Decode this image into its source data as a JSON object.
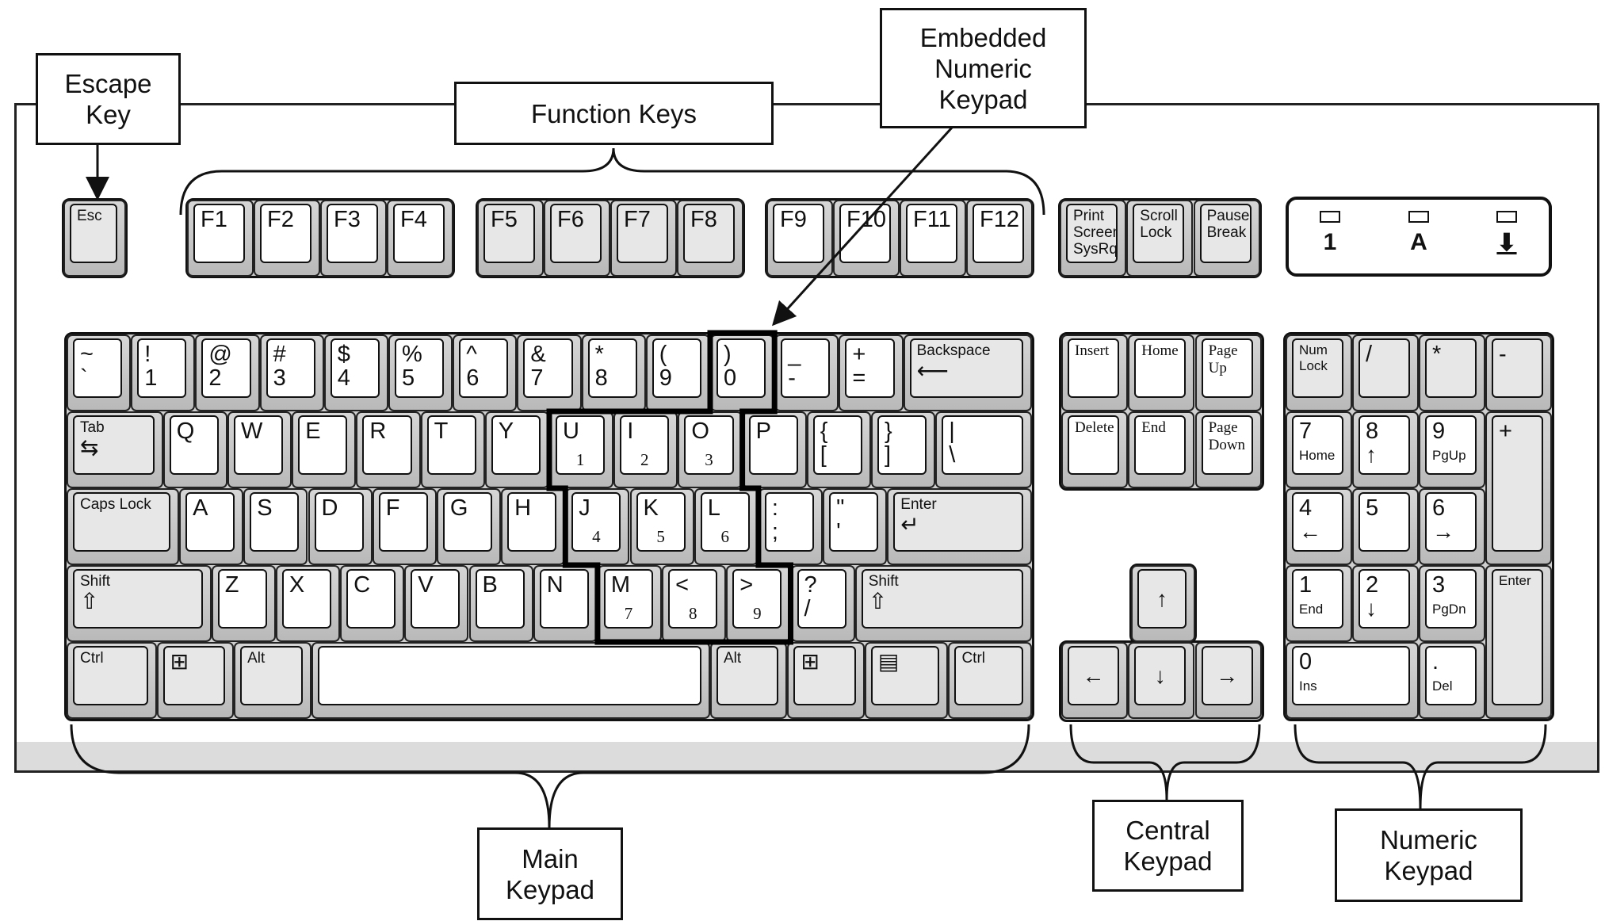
{
  "callouts": {
    "escape": [
      "Escape",
      "Key"
    ],
    "function": [
      "Function Keys"
    ],
    "embedded": [
      "Embedded",
      "Numeric",
      "Keypad"
    ],
    "main": [
      "Main",
      "Keypad"
    ],
    "central": [
      "Central",
      "Keypad"
    ],
    "numeric": [
      "Numeric",
      "Keypad"
    ]
  },
  "esc": [
    {
      "t": "Esc"
    }
  ],
  "fkeys": [
    {
      "t": "F1"
    },
    {
      "t": "F2"
    },
    {
      "t": "F3"
    },
    {
      "t": "F4"
    },
    {
      "t": "F5"
    },
    {
      "t": "F6"
    },
    {
      "t": "F7"
    },
    {
      "t": "F8"
    },
    {
      "t": "F9"
    },
    {
      "t": "F10"
    },
    {
      "t": "F11"
    },
    {
      "t": "F12"
    }
  ],
  "syskeys": [
    {
      "t": "Print Screen",
      "b": "SysRq"
    },
    {
      "t": "Scroll",
      "b": "Lock"
    },
    {
      "t": "Pause",
      "b": "Break"
    }
  ],
  "leds": [
    {
      "label": "1"
    },
    {
      "label": "A"
    },
    {
      "icon": "scroll-lock-icon"
    }
  ],
  "main": {
    "row1": [
      {
        "t": "~",
        "b": "`"
      },
      {
        "t": "!",
        "b": "1"
      },
      {
        "t": "@",
        "b": "2"
      },
      {
        "t": "#",
        "b": "3"
      },
      {
        "t": "$",
        "b": "4"
      },
      {
        "t": "%",
        "b": "5"
      },
      {
        "t": "^",
        "b": "6"
      },
      {
        "t": "&",
        "b": "7"
      },
      {
        "t": "*",
        "b": "8"
      },
      {
        "t": "(",
        "b": "9"
      },
      {
        "t": ")",
        "b": "0"
      },
      {
        "t": "_",
        "b": "-"
      },
      {
        "t": "+",
        "b": "="
      },
      {
        "t": "Backspace",
        "icon": "backspace-arrow-icon"
      }
    ],
    "row2": [
      {
        "t": "Tab",
        "icon": "tab-arrows-icon"
      },
      {
        "t": "Q"
      },
      {
        "t": "W"
      },
      {
        "t": "E"
      },
      {
        "t": "R"
      },
      {
        "t": "T"
      },
      {
        "t": "Y"
      },
      {
        "t": "U",
        "n": "1"
      },
      {
        "t": "I",
        "n": "2"
      },
      {
        "t": "O",
        "n": "3"
      },
      {
        "t": "P"
      },
      {
        "t": "{",
        "b": "["
      },
      {
        "t": "}",
        "b": "]"
      },
      {
        "t": "|",
        "b": "\\"
      }
    ],
    "row3": [
      {
        "t": "Caps Lock"
      },
      {
        "t": "A"
      },
      {
        "t": "S"
      },
      {
        "t": "D"
      },
      {
        "t": "F"
      },
      {
        "t": "G"
      },
      {
        "t": "H"
      },
      {
        "t": "J",
        "n": "4"
      },
      {
        "t": "K",
        "n": "5"
      },
      {
        "t": "L",
        "n": "6"
      },
      {
        "t": ":",
        "b": ";"
      },
      {
        "t": "\"",
        "b": "'"
      },
      {
        "t": "Enter",
        "icon": "enter-arrow-icon"
      }
    ],
    "row4": [
      {
        "t": "Shift",
        "icon": "shift-arrow-icon"
      },
      {
        "t": "Z"
      },
      {
        "t": "X"
      },
      {
        "t": "C"
      },
      {
        "t": "V"
      },
      {
        "t": "B"
      },
      {
        "t": "N"
      },
      {
        "t": "M",
        "n": "7"
      },
      {
        "t": "<",
        "n": "8"
      },
      {
        "t": ">",
        "n": "9"
      },
      {
        "t": "?",
        "b": "/"
      },
      {
        "t": "Shift",
        "icon": "shift-arrow-icon"
      }
    ],
    "row5": [
      {
        "t": "Ctrl"
      },
      {
        "icon": "windows-icon"
      },
      {
        "t": "Alt"
      },
      {},
      {
        "t": "Alt"
      },
      {
        "icon": "windows-icon"
      },
      {
        "icon": "menu-icon"
      },
      {
        "t": "Ctrl"
      }
    ]
  },
  "central": [
    {
      "t": "Insert"
    },
    {
      "t": "Home"
    },
    {
      "t": "Page",
      "b": "Up"
    },
    {
      "t": "Delete"
    },
    {
      "t": "End"
    },
    {
      "t": "Page",
      "b": "Down"
    }
  ],
  "arrows": [
    {
      "icon": "arrow-up-icon"
    },
    {
      "icon": "arrow-left-icon"
    },
    {
      "icon": "arrow-down-icon"
    },
    {
      "icon": "arrow-right-icon"
    }
  ],
  "numpad": [
    {
      "t": "Num",
      "b": "Lock"
    },
    {
      "t": "/"
    },
    {
      "t": "*"
    },
    {
      "t": "-"
    },
    {
      "t": "7",
      "b": "Home"
    },
    {
      "t": "8",
      "icon": "arrow-up-icon"
    },
    {
      "t": "9",
      "b": "PgUp"
    },
    {
      "t": "+"
    },
    {
      "t": "4",
      "icon": "arrow-left-icon"
    },
    {
      "t": "5"
    },
    {
      "t": "6",
      "icon": "arrow-right-icon"
    },
    {
      "t": "1",
      "b": "End"
    },
    {
      "t": "2",
      "icon": "arrow-down-icon"
    },
    {
      "t": "3",
      "b": "PgDn"
    },
    {
      "t": "Enter"
    },
    {
      "t": "0",
      "b": "Ins"
    },
    {
      "t": ".",
      "b": "Del"
    }
  ]
}
